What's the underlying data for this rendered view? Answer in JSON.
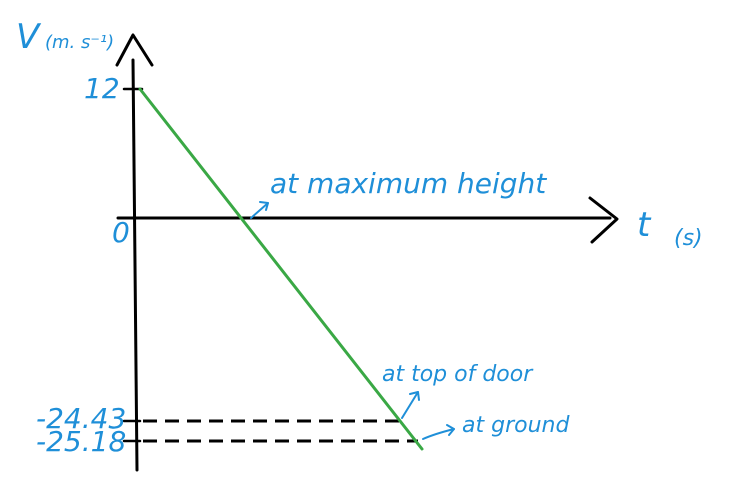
{
  "diagram": {
    "y_axis_label": "V",
    "y_axis_unit": "(m. s⁻¹)",
    "x_axis_label": "t",
    "x_axis_unit": "(s)",
    "origin_label": "0",
    "y_tick_labels": [
      "12",
      "-24.43",
      "-25.18"
    ],
    "annotations": {
      "max_height": "at maximum height",
      "top_of_door": "at top of door",
      "ground": "at ground"
    },
    "colors": {
      "axes": "#000000",
      "velocity_line": "#3aa845",
      "handwriting": "#1f8fd8"
    }
  }
}
